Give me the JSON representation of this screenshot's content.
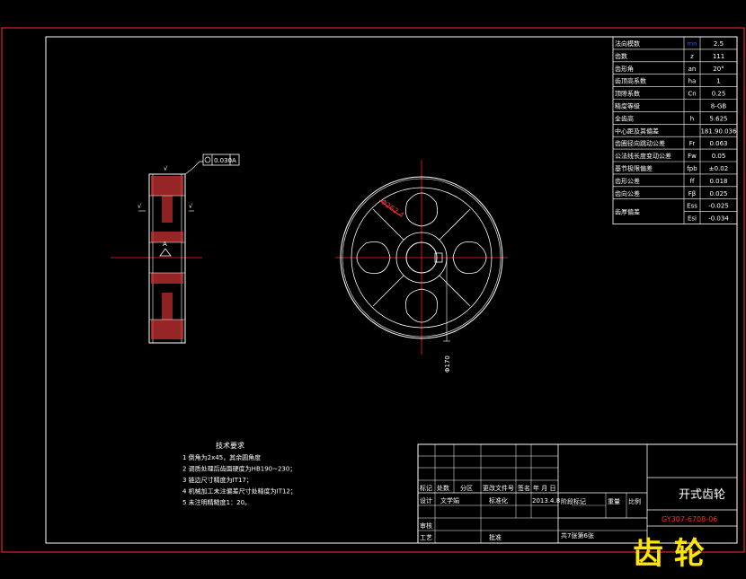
{
  "gear_params": [
    {
      "name": "法向模数",
      "sym": "mn",
      "val": "2.5"
    },
    {
      "name": "齿数",
      "sym": "z",
      "val": "111"
    },
    {
      "name": "齿形角",
      "sym": "an",
      "val": "20°"
    },
    {
      "name": "齿顶高系数",
      "sym": "ha",
      "val": "1"
    },
    {
      "name": "顶隙系数",
      "sym": "Cn",
      "val": "0.25"
    },
    {
      "name": "精度等级",
      "sym": "",
      "val": "8-GB"
    },
    {
      "name": "全齿高",
      "sym": "h",
      "val": "5.625"
    },
    {
      "name": "中心距及其偏差",
      "sym": "",
      "val": "181.90.036"
    },
    {
      "name": "齿圈径向跳动公差",
      "sym": "Fr",
      "val": "0.063"
    },
    {
      "name": "公法线长度变动公差",
      "sym": "Fw",
      "val": "0.05"
    },
    {
      "name": "基节极限偏差",
      "sym": "fpb",
      "val": "±0.02"
    },
    {
      "name": "齿形公差",
      "sym": "ff",
      "val": "0.018"
    },
    {
      "name": "齿向公差",
      "sym": "Fβ",
      "val": "0.025"
    }
  ],
  "tooth_thickness": {
    "name": "齿厚偏差",
    "rows": [
      {
        "sym": "Ess",
        "val": "-0.025"
      },
      {
        "sym": "Esi",
        "val": "-0.034"
      }
    ]
  },
  "tolerance_frame": {
    "value": "0.030",
    "datum": "A"
  },
  "datum_label": "A",
  "dimension_label": "Φ262.4",
  "shaft_dim": "Φ170",
  "tech_requirements": {
    "title": "技术要求",
    "items": [
      "1 倒角为2x45，其余圆角度",
      "2 调质处理后齿面硬度为HB190~230；",
      "3 链边尺寸精度为IT17；",
      "4 机械加工未注偏差尺寸处精度为IT12；",
      "5 未注明精糙度1：20。"
    ]
  },
  "title_block": {
    "part_name": "开式齿轮",
    "drawing_no": "GY307-6708-06",
    "sheet": "共7张第6张",
    "stage": "阶段标记",
    "weight": "重量",
    "scale": "比例",
    "labels": {
      "mark": "标记",
      "count": "处数",
      "zone": "分区",
      "doc": "更改文件号",
      "sign": "签名",
      "date": "年 月 日",
      "design": "设计",
      "designer": "文学娟",
      "std": "标准化",
      "year": "2013.4.8",
      "review": "审核",
      "process": "工艺",
      "approve": "批准"
    }
  },
  "watermark": "齿 轮",
  "colors": {
    "frame": "#ffffff",
    "outer_border": "#ff3030",
    "hatch": "#c83232",
    "center": "#ff2020",
    "accent": "#2050ff",
    "watermark": "#ffe600"
  }
}
